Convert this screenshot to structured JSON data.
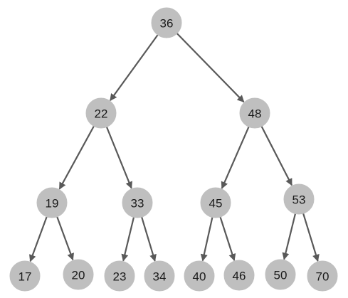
{
  "tree": {
    "nodes": [
      {
        "id": "n36",
        "value": "36"
      },
      {
        "id": "n22",
        "value": "22"
      },
      {
        "id": "n48",
        "value": "48"
      },
      {
        "id": "n19",
        "value": "19"
      },
      {
        "id": "n33",
        "value": "33"
      },
      {
        "id": "n45",
        "value": "45"
      },
      {
        "id": "n53",
        "value": "53"
      },
      {
        "id": "n17",
        "value": "17"
      },
      {
        "id": "n20",
        "value": "20"
      },
      {
        "id": "n23",
        "value": "23"
      },
      {
        "id": "n34",
        "value": "34"
      },
      {
        "id": "n40",
        "value": "40"
      },
      {
        "id": "n46",
        "value": "46"
      },
      {
        "id": "n50",
        "value": "50"
      },
      {
        "id": "n70",
        "value": "70"
      }
    ],
    "edges": [
      {
        "from": "n36",
        "to": "n22"
      },
      {
        "from": "n36",
        "to": "n48"
      },
      {
        "from": "n22",
        "to": "n19"
      },
      {
        "from": "n22",
        "to": "n33"
      },
      {
        "from": "n48",
        "to": "n45"
      },
      {
        "from": "n48",
        "to": "n53"
      },
      {
        "from": "n19",
        "to": "n17"
      },
      {
        "from": "n19",
        "to": "n20"
      },
      {
        "from": "n33",
        "to": "n23"
      },
      {
        "from": "n33",
        "to": "n34"
      },
      {
        "from": "n45",
        "to": "n40"
      },
      {
        "from": "n45",
        "to": "n46"
      },
      {
        "from": "n53",
        "to": "n50"
      },
      {
        "from": "n53",
        "to": "n70"
      }
    ],
    "colors": {
      "node_fill": "#bfbfbf",
      "edge": "#595959",
      "text": "#1a1a1a"
    }
  }
}
